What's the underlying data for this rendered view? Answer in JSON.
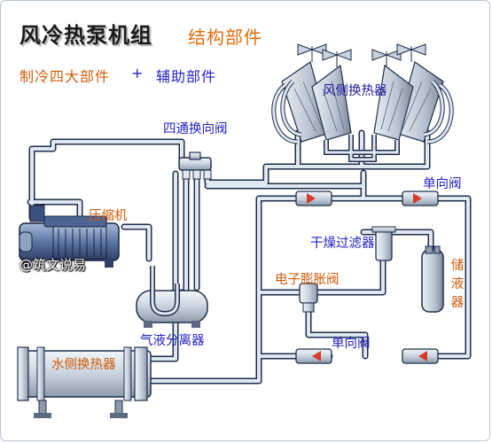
{
  "title": {
    "main": "风冷热泵机组",
    "sub": "结构部件"
  },
  "subtitle": {
    "part1": "制冷四大部件",
    "plus": "+",
    "part2": "辅助部件"
  },
  "labels": {
    "air_hx": "风侧换热器",
    "four_way_valve": "四通换向阀",
    "check_valve_top": "单向阀",
    "compressor": "压缩机",
    "filter_drier": "干燥过滤器",
    "expansion_valve": "电子膨胀阀",
    "receiver": "储液器",
    "separator": "气液分离器",
    "water_hx": "水侧换热器",
    "check_valve_bottom": "单向阀"
  },
  "watermark": "@筑文说易",
  "colors": {
    "pipe": "#dfe7f1",
    "pipe_edge": "#1e2f4a",
    "title_accent": "#e36c09",
    "label_blue": "#2222c8",
    "label_orange": "#d15b0a"
  }
}
